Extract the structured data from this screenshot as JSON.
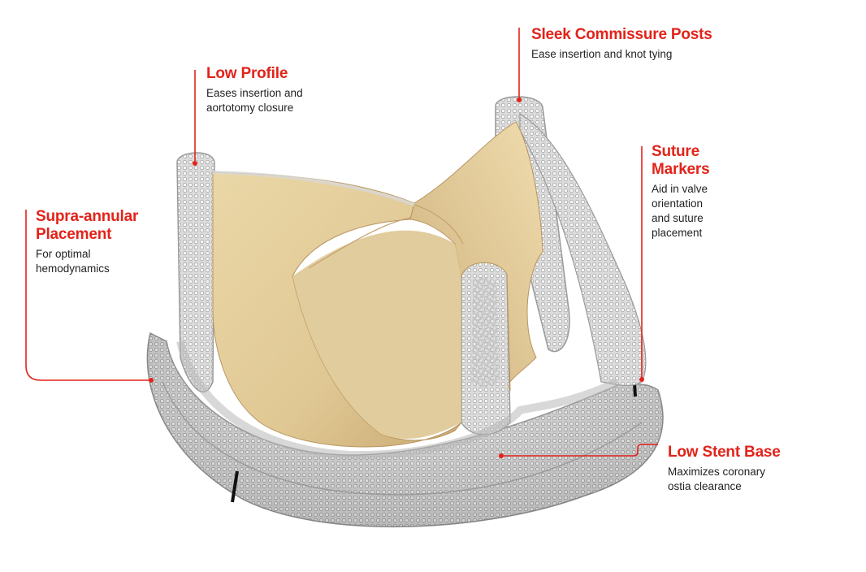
{
  "colors": {
    "accent": "#e2231a",
    "leaflet": "#e5cf9c",
    "fabric": "#d9d9d9",
    "marker": "#111111"
  },
  "callouts": {
    "sleek_commissure_posts": {
      "title": "Sleek Commissure Posts",
      "description": "Ease insertion and knot tying"
    },
    "low_profile": {
      "title": "Low Profile",
      "description": "Eases insertion and\naortotomy closure"
    },
    "suture_markers": {
      "title": "Suture\nMarkers",
      "description": "Aid in valve\norientation\nand suture\nplacement"
    },
    "supra_annular_placement": {
      "title": "Supra-annular\nPlacement",
      "description": "For optimal\nhemodynamics"
    },
    "low_stent_base": {
      "title": "Low Stent Base",
      "description": "Maximizes coronary\nostia clearance"
    }
  }
}
